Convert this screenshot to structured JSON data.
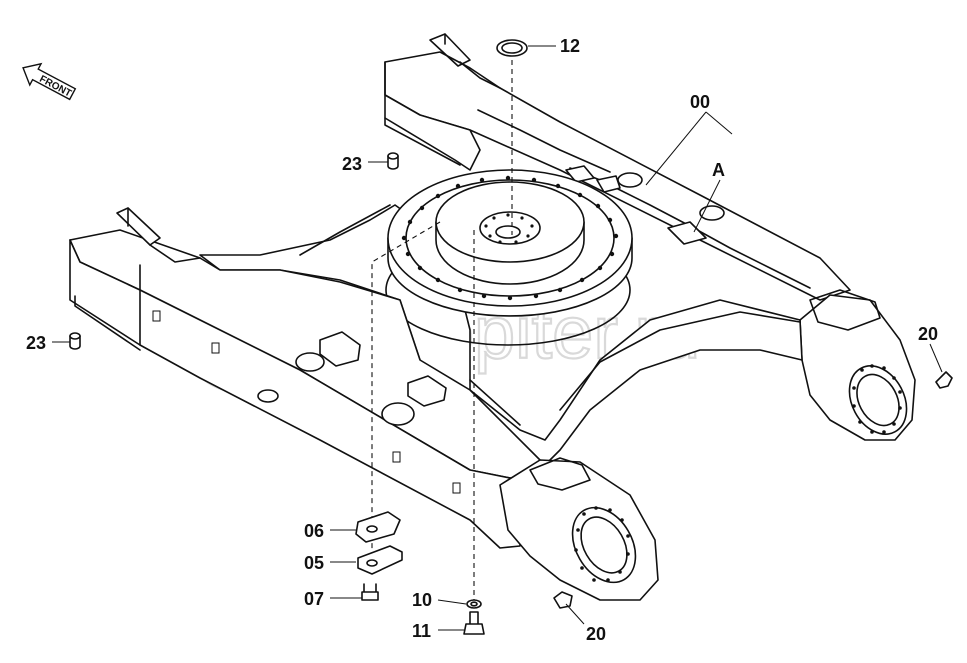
{
  "front_label": "FRONT",
  "watermark": "autopiter.ru",
  "callouts": {
    "c00": "00",
    "cA": "A",
    "c12": "12",
    "c23_upper": "23",
    "c23_lower": "23",
    "c20_right": "20",
    "c20_bottom": "20",
    "c06": "06",
    "c05": "05",
    "c07": "07",
    "c10": "10",
    "c11": "11"
  }
}
